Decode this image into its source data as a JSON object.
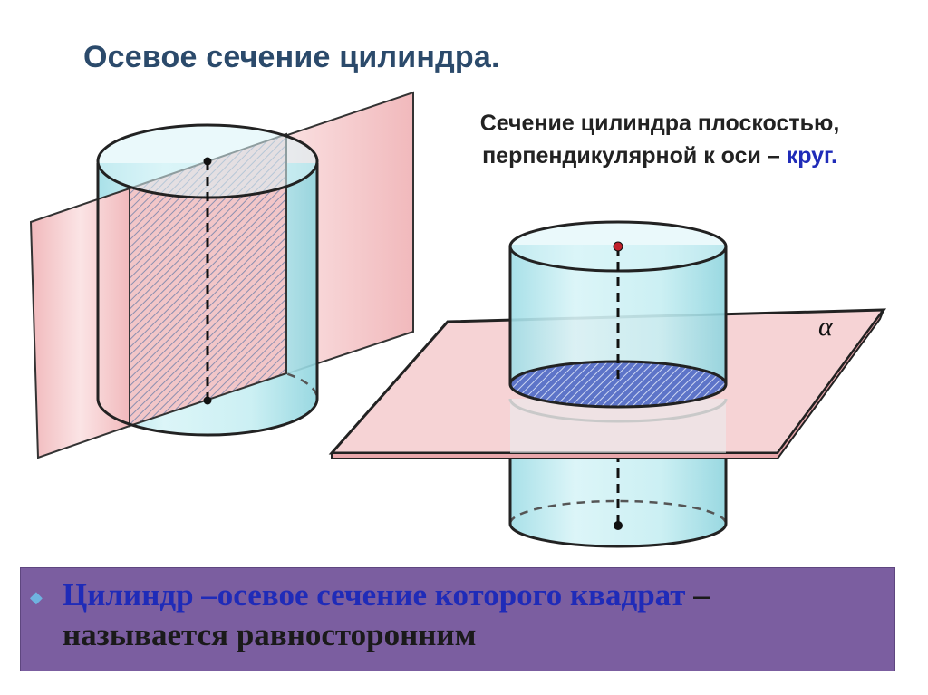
{
  "title": "Осевое сечение цилиндра.",
  "subtitle": {
    "line1": "Сечение цилиндра плоскостью,",
    "line2_prefix": "перпендикулярной к оси – ",
    "line2_highlight": "круг."
  },
  "plane_label": "α",
  "definition": {
    "bullet": "◆",
    "part1": "Цилиндр –осевое сечение которого квадрат",
    "part2": " – называется равносторонним"
  },
  "colors": {
    "title": "#2b4a6b",
    "highlight": "#1f2bb8",
    "plane_fill": "#f5c7c9",
    "cylinder_fill": "#bfeaf0",
    "box_fill": "#7b5ea0"
  }
}
